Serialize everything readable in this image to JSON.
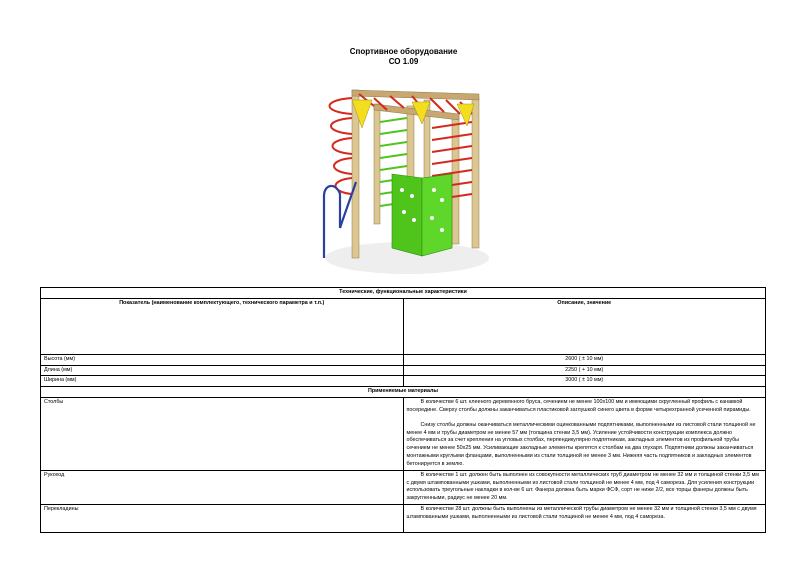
{
  "doc": {
    "title": "Спортивное оборудование",
    "code": "СО 1.09"
  },
  "table": {
    "section_specs": "Технические, функциональные характеристики",
    "col_param": "Показатель (наименование комплектующего, технического параметра и т.п.)",
    "col_desc": "Описание, значение",
    "rows": [
      {
        "name": "Высота (мм)",
        "value": "2600 ( ± 10 мм)"
      },
      {
        "name": "Длина (мм)",
        "value": "2250 ( + 10 мм)"
      },
      {
        "name": "Ширина (мм)",
        "value": "3000 ( ± 10 мм)"
      }
    ],
    "section_materials": "Применяемые материалы",
    "materials": [
      {
        "name": "Столбы",
        "p1": "В количестве 6 шт. клееного деревянного бруса, сечением не менее 100х100 мм и имеющими скругленный профиль с канавкой посередине. Сверху столбы должны заканчиваться пластиковой заглушкой синего цвета в форме четырехгранной усеченной пирамиды.",
        "p2": "Снизу столбы должны оканчиваться металлическими оцинкованными подпятниками, выполненными из листовой стали толщиной не менее 4 мм и трубы диаметром не менее 57 мм (толщина стенки 3,5 мм). Усиление устойчивости конструкции комплекса должно обеспечиваться за счет крепления на угловых столбах, перпендикулярно подпятникам, закладных элементов из профильной трубы сечением не менее 50х25 мм. Усиливающие закладные элементы крепятся к столбам на два глухаря. Подпятники должны заканчиваться монтажными круглыми фланцами, выполненными из стали толщиной не менее 3 мм. Нижняя часть подпятников и закладных элементов бетонируется в землю."
      },
      {
        "name": "Рукоход",
        "p1": "В количестве 1 шт. должен быть выполнен из совокупности металлических труб диаметром не менее 32 мм и толщиной стенки 3,5 мм с двумя штампованными ушками, выполненными из листовой стали толщиной не менее 4 мм, под 4 самореза. Для усиления конструкции использовать треугольные накладки в кол-ве 6 шт. Фанера должна быть марки ФСФ, сорт не ниже 2/2, все торцы фанеры должны быть закругленными, радиус не менее 20 мм."
      },
      {
        "name": "Перекладины",
        "p1": "В количестве 28 шт. должны быть выполнены из металлической трубы диаметром не менее 32 мм и толщиной стенки 3,5 мм с двумя штампованными ушками, выполненными из листовой стали толщиной не менее 4 мм, под 4 самореза."
      }
    ]
  },
  "colors": {
    "wood": "#dcc691",
    "yellow": "#f2dd1f",
    "red": "#d42a1e",
    "green": "#4fc51c",
    "blue": "#2b3f9e"
  }
}
